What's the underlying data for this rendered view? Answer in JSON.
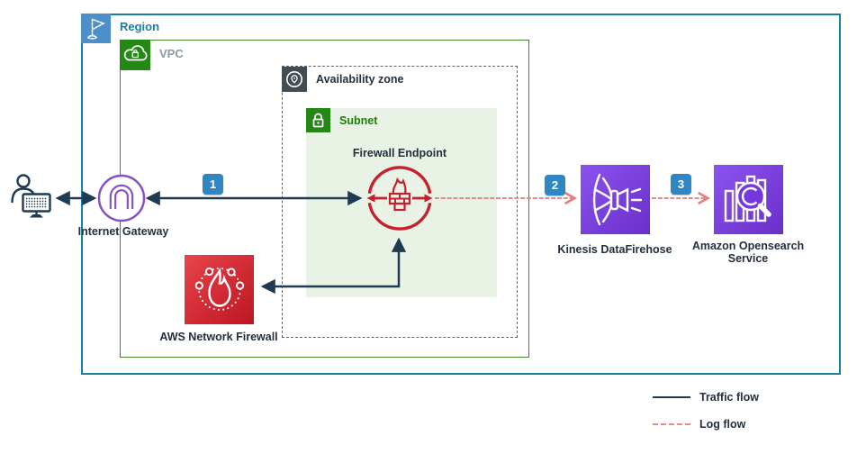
{
  "containers": {
    "region": "Region",
    "vpc": "VPC",
    "availability_zone": "Availability zone",
    "subnet": "Subnet"
  },
  "nodes": {
    "internet_gateway": "Internet Gateway",
    "firewall_endpoint": "Firewall Endpoint",
    "network_firewall": "AWS Network Firewall",
    "kinesis": "Kinesis DataFirehose",
    "opensearch": "Amazon Opensearch Service"
  },
  "badges": {
    "step1": "1",
    "step2": "2",
    "step3": "3"
  },
  "legend": {
    "traffic": "Traffic flow",
    "log": "Log flow"
  },
  "palette": {
    "region_border": "#1B7EA6",
    "region_icon": "#4C8FCB",
    "vpc_border": "#3F8624",
    "icon_green": "#248814",
    "subnet_fill": "#E8F2E5",
    "subnet_text": "#1D8102",
    "az_border": "#5A6670",
    "az_icon": "#424C55",
    "traffic_navy": "#1F3B54",
    "log_salmon": "#E58A8A",
    "badge_blue": "#2E86C4",
    "security_red": "#C7202E",
    "firewall_gradient": [
      "#E8444B",
      "#BC1622"
    ],
    "analytics_gradient": [
      "#8A53F0",
      "#6B2EC9"
    ],
    "igw_purple": "#8352C7",
    "label_dark": "#232F3E",
    "vpc_label_gray": "#8C979E"
  }
}
